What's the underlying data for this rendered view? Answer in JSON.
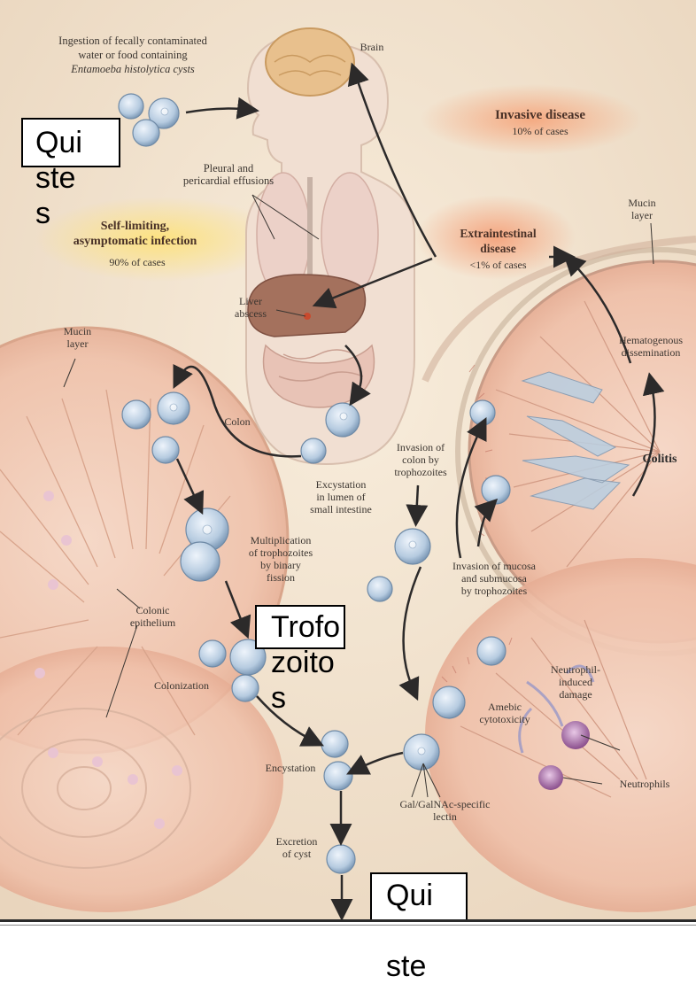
{
  "labels": {
    "ingestion_line1": "Ingestion of fecally contaminated",
    "ingestion_line2": "water or food containing",
    "ingestion_line3": "Entamoeba histolytica cysts",
    "brain": "Brain",
    "invasive_title": "Invasive disease",
    "invasive_pct": "10% of cases",
    "pleural": "Pleural and\npericardial effusions",
    "self_limiting_title": "Self-limiting,\nasymptomatic infection",
    "self_limiting_pct": "90% of cases",
    "extraintestinal_title": "Extraintestinal\ndisease",
    "extraintestinal_pct": "<1% of cases",
    "mucin_right": "Mucin\nlayer",
    "liver": "Liver\nabscess",
    "mucin_left": "Mucin\nlayer",
    "hematogenous": "Hematogenous\ndissemination",
    "colon": "Colon",
    "invasion_colon": "Invasion of\ncolon by\ntrophozoites",
    "colitis": "Colitis",
    "excystation": "Excystation\nin lumen of\nsmall intestine",
    "multiplication": "Multiplication\nof trophozoites\nby binary\nfission",
    "invasion_mucosa": "Invasion of mucosa\nand submucosa\nby trophozoites",
    "colonic_epithelium": "Colonic\nepithelium",
    "neutrophil_damage": "Neutrophil-\ninduced\ndamage",
    "colonization": "Colonization",
    "amebic": "Amebic\ncytotoxicity",
    "encystation": "Encystation",
    "neutrophils": "Neutrophils",
    "gal_lectin": "Gal/GalNAc-specific\nlectin",
    "excretion": "Excretion\nof cyst"
  },
  "overlays": {
    "quistes_top": "Qui\nste\ns",
    "trofozoitos": "Trofo\nzoito\ns",
    "quistes_bottom": "Qui\n\nste"
  },
  "colors": {
    "background": "#f3e6d3",
    "tissue": "#f1c9b6",
    "organ": "#c99a86",
    "invasive_blob": "#f7c09a",
    "selflimit_blob": "#fbe49a",
    "cell": "#b9cde0",
    "arrow": "#2c2a2a"
  }
}
